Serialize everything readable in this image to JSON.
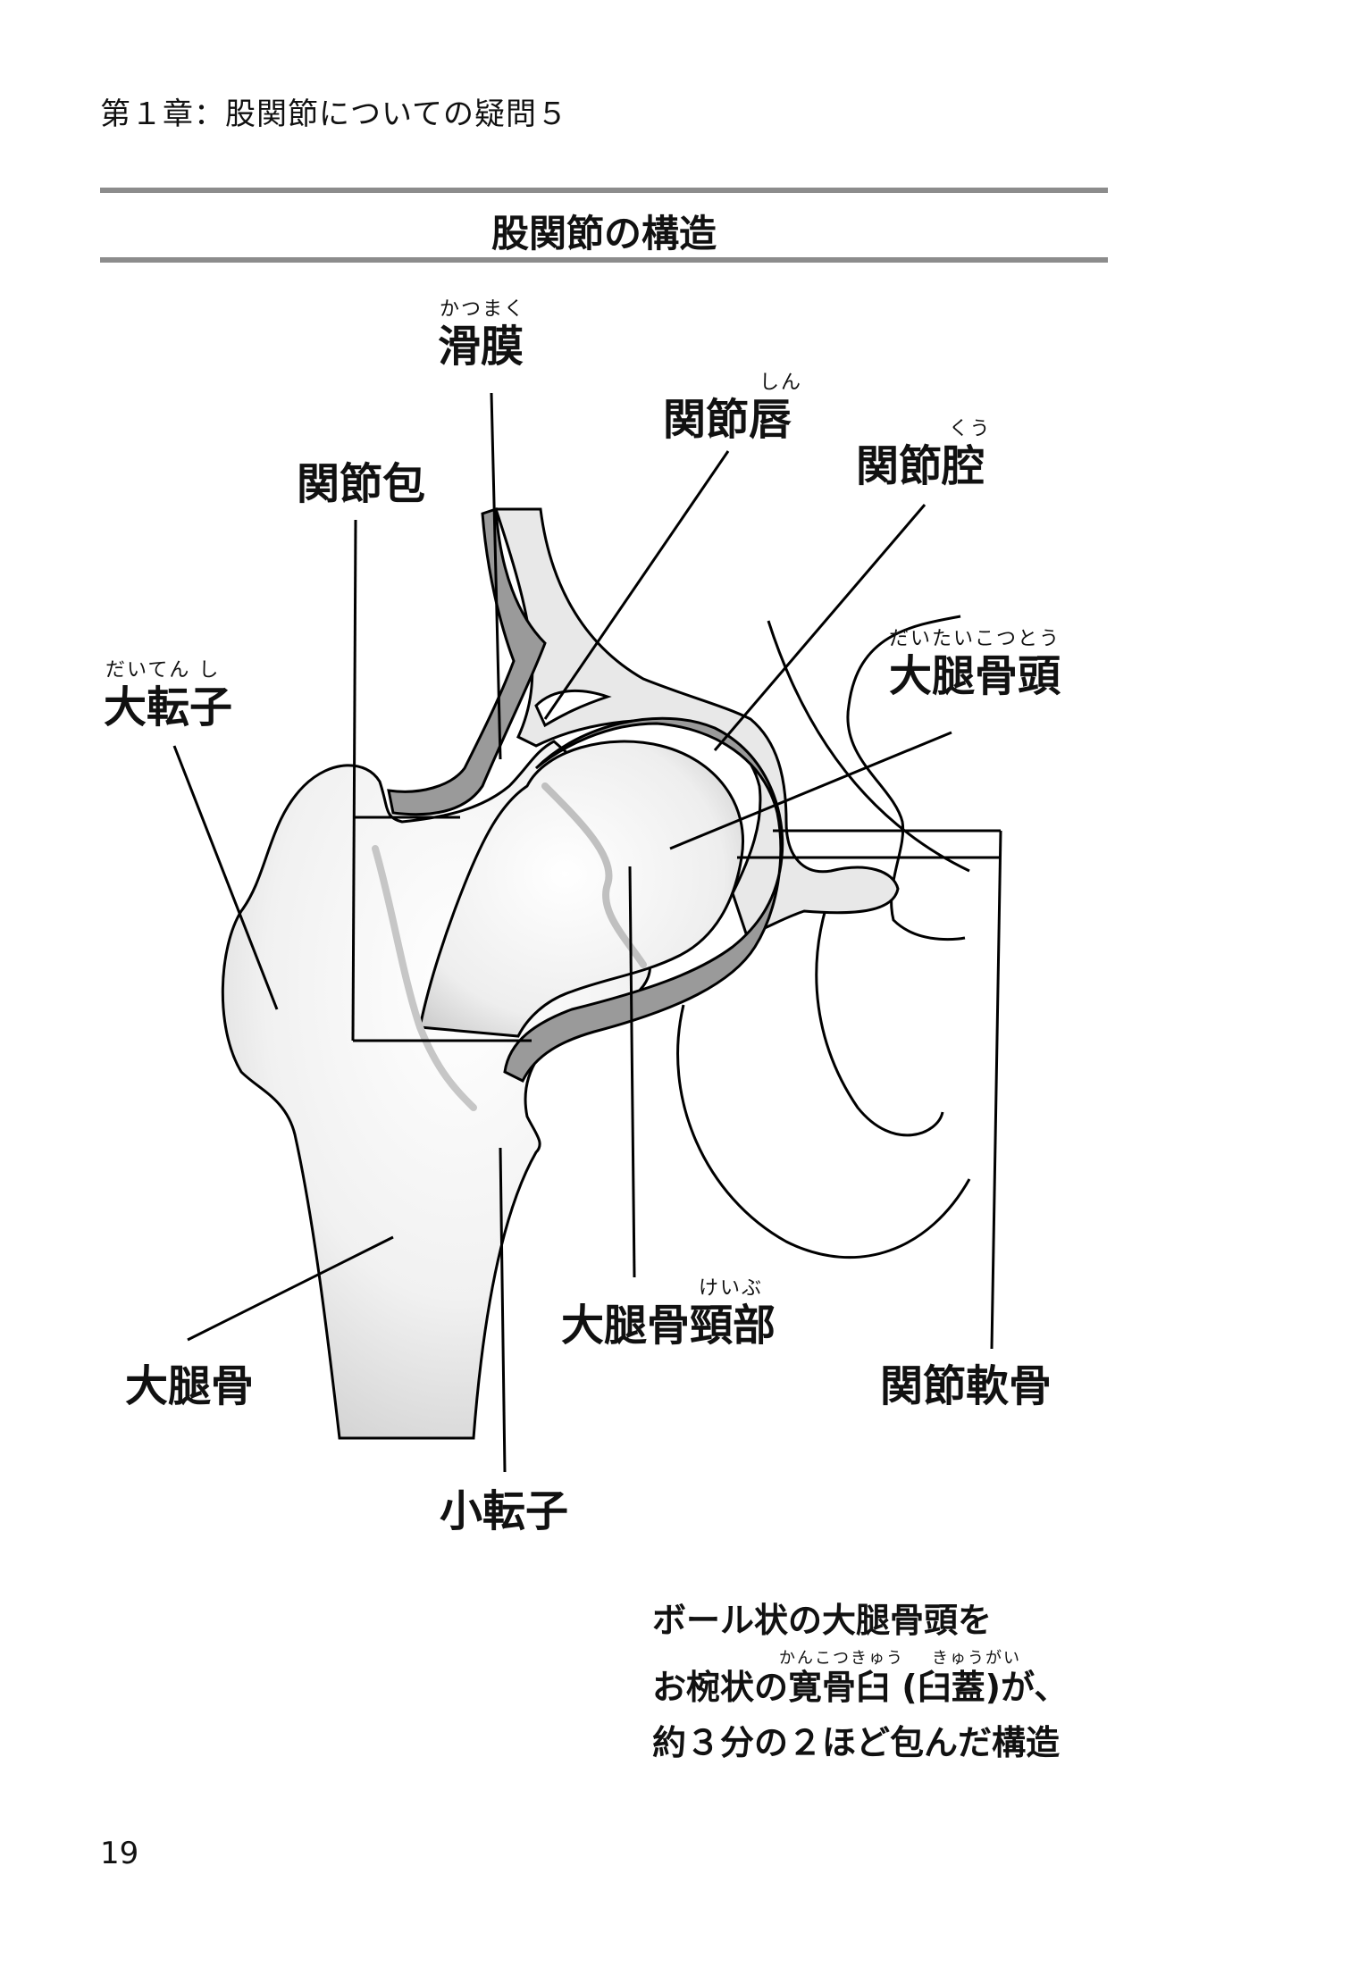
{
  "header": {
    "chapter": "第１章：股関節についての疑問５"
  },
  "section": {
    "title": "股関節の構造"
  },
  "labels": {
    "synovium": {
      "text": "滑膜",
      "ruby": "かつまく"
    },
    "labrum": {
      "text": "関節唇",
      "ruby": "しん"
    },
    "capsule": {
      "text": "関節包"
    },
    "cavity": {
      "text": "関節腔",
      "ruby": "くう"
    },
    "femoral_head": {
      "text": "大腿骨頭",
      "ruby": "だいたいこつとう"
    },
    "greater_trochanter": {
      "text": "大転子",
      "ruby": "だいてん し"
    },
    "femoral_neck": {
      "text": "大腿骨頸部",
      "ruby": "けいぶ"
    },
    "femur": {
      "text": "大腿骨"
    },
    "cartilage": {
      "text": "関節軟骨"
    },
    "lesser_trochanter": {
      "text": "小転子"
    }
  },
  "caption": {
    "line1": "ボール状の大腿骨頭を",
    "line2_ruby_a": "かんこつきゅう",
    "line2_ruby_b": "きゅうがい",
    "line2": "お椀状の寛骨臼 (臼蓋)が、",
    "line3": "約３分の２ほど包んだ構造"
  },
  "footer": {
    "page_number": "19"
  },
  "colors": {
    "rule": "#8c8c8c",
    "capsule": "#9a9a9a",
    "bone_light": "#e6e6e6",
    "line": "#000000"
  }
}
